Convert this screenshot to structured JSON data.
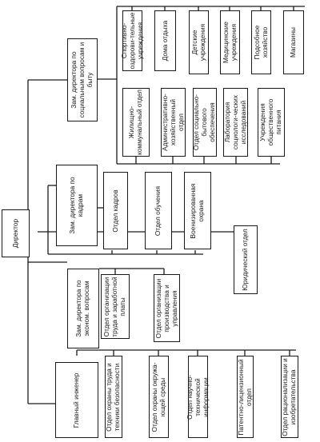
{
  "director": "Директор",
  "social_deputy": {
    "title": "Зам. директора по социальным вопросам и быту",
    "top_row": [
      "Спортивно-оздорови-тельные учреждения",
      "Дома отдыха",
      "Детские учреждения",
      "Медицинские учреждения",
      "Подсобное хозяйство",
      "Магазины"
    ],
    "bottom_row": [
      "Жилищно-коммунальный отдел",
      "Административно-хозяйственный отдел",
      "Отдел социально-бытового обеспечения",
      "Лаборатория социологи-ческих исследований",
      "Учреждения общественного питания"
    ]
  },
  "hr_deputy": {
    "title": "Зам. директора по кадрам",
    "units": [
      "Отдел кадров",
      "Отдел обучения",
      "Военизированная охрана"
    ]
  },
  "legal": "Юридический отдел",
  "econ_deputy": {
    "title": "Зам. директора по эконом. вопросам",
    "units": [
      "Отдел организации труда и заработной платы",
      "Отдел организации производства и управления"
    ]
  },
  "chief_engineer": {
    "title": "Главный инженер",
    "units": [
      "Отдел охраны труда и техники безопасности",
      "Отдел охраны окружа-ющей среды",
      "Отдел научно-технической информации",
      "Патентно-лицензионный отдел",
      "Отдел рационализации и изобретательства"
    ]
  }
}
